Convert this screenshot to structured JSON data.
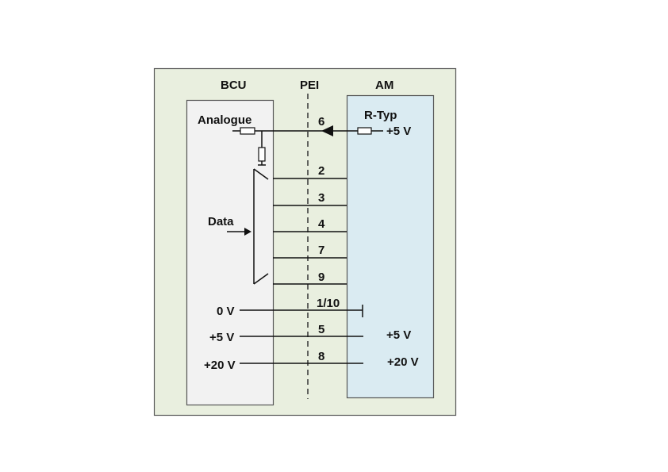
{
  "headers": {
    "bcu": "BCU",
    "pei": "PEI",
    "am": "AM"
  },
  "bcu": {
    "analogue_label": "Analogue",
    "data_label": "Data",
    "zero_v": "0 V",
    "plus5v": "+5 V",
    "plus20v": "+20 V"
  },
  "am": {
    "rtyp_label": "R-Typ",
    "rtyp_supply": "+5 V",
    "plus5v": "+5 V",
    "plus20v": "+20 V"
  },
  "pins": {
    "analogue": "6",
    "data": [
      "2",
      "3",
      "4",
      "7",
      "9"
    ],
    "ground": "1/10",
    "supply5": "5",
    "supply20": "8"
  },
  "colors": {
    "background": "#e9efdf",
    "bcu_fill": "#f2f2f2",
    "am_fill": "#daebf2"
  }
}
